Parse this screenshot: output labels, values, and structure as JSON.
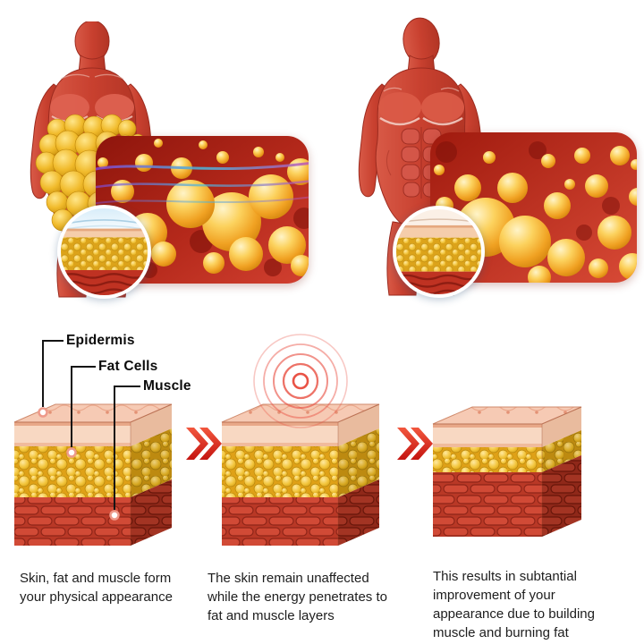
{
  "layer_labels": {
    "epidermis": "Epidermis",
    "fat_cells": "Fat Cells",
    "muscle": "Muscle"
  },
  "steps": [
    {
      "caption": "Skin, fat and muscle form your physical appearance"
    },
    {
      "caption": "The skin remain unaffected while the energy penetrates to fat and muscle layers"
    },
    {
      "caption": "This results in subtantial improvement of your appearance due to building muscle and burning fat"
    }
  ],
  "colors": {
    "muscle_red": "#c8402f",
    "fat_yellow": "#f1bb2c",
    "skin_pink": "#f6cab4",
    "arrow_red": "#d91a12",
    "energy_wave_red": "#e84a3c",
    "background": "#ffffff"
  }
}
